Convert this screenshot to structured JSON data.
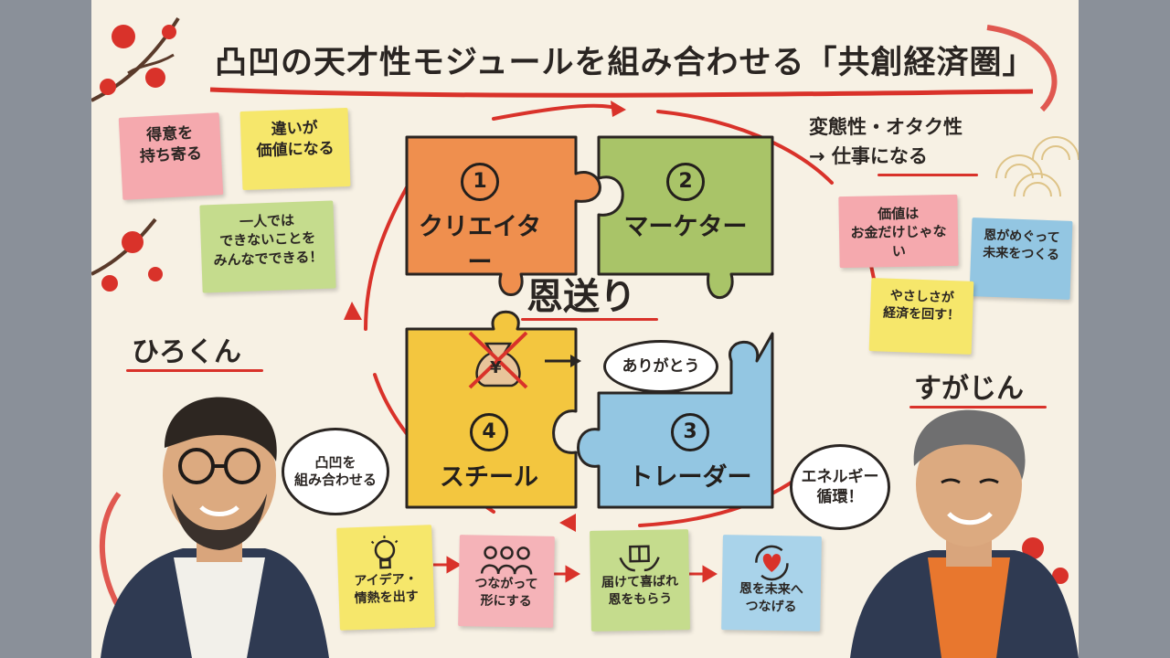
{
  "title": "凸凹の天才性モジュールを組み合わせる「共創経済圏」",
  "center_label": "恩送り",
  "pieces": [
    {
      "number": "1",
      "name": "クリエイター",
      "color": "#ef8f4e"
    },
    {
      "number": "2",
      "name": "マーケター",
      "color": "#a9c468"
    },
    {
      "number": "4",
      "name": "スチール",
      "color": "#f3c63f"
    },
    {
      "number": "3",
      "name": "トレーダー",
      "color": "#93c6e2"
    }
  ],
  "money_symbol": "¥",
  "thanks_bubble": "ありがとう",
  "left_notes": [
    {
      "text": "得意を\n持ち寄る",
      "color": "#f5a9ae"
    },
    {
      "text": "違いが\n価値になる",
      "color": "#f6e76b"
    },
    {
      "text": "一人では\nできないことを\nみんなでできる！",
      "color": "#c5dc8d"
    }
  ],
  "right_header": "変態性・オタク性\n→ 仕事になる",
  "right_notes": [
    {
      "text": "価値は\nお金だけじゃない",
      "color": "#f5a9ae"
    },
    {
      "text": "恩がめぐって\n未来をつくる",
      "color": "#93c6e2"
    },
    {
      "text": "やさしさが\n経済を回す！",
      "color": "#f6e76b"
    }
  ],
  "person_left": {
    "name": "ひろくん",
    "speech": "凸凹を\n組み合わせる"
  },
  "person_right": {
    "name": "すがじん",
    "speech": "エネルギー\n循環！"
  },
  "steps": [
    {
      "icon": "lightbulb-icon",
      "text": "アイデア・\n情熱を出す",
      "color": "#f6e76b"
    },
    {
      "icon": "people-icon",
      "text": "つながって\n形にする",
      "color": "#f5b3b8"
    },
    {
      "icon": "gift-icon",
      "text": "届けて喜ばれ\n恩をもらう",
      "color": "#c5dc8d"
    },
    {
      "icon": "heart-cycle-icon",
      "text": "恩を未来へ\nつなげる",
      "color": "#a9d3ea"
    }
  ],
  "colors": {
    "accent_red": "#d9322a",
    "paper": "#f7f1e4",
    "ink": "#2a2522"
  }
}
